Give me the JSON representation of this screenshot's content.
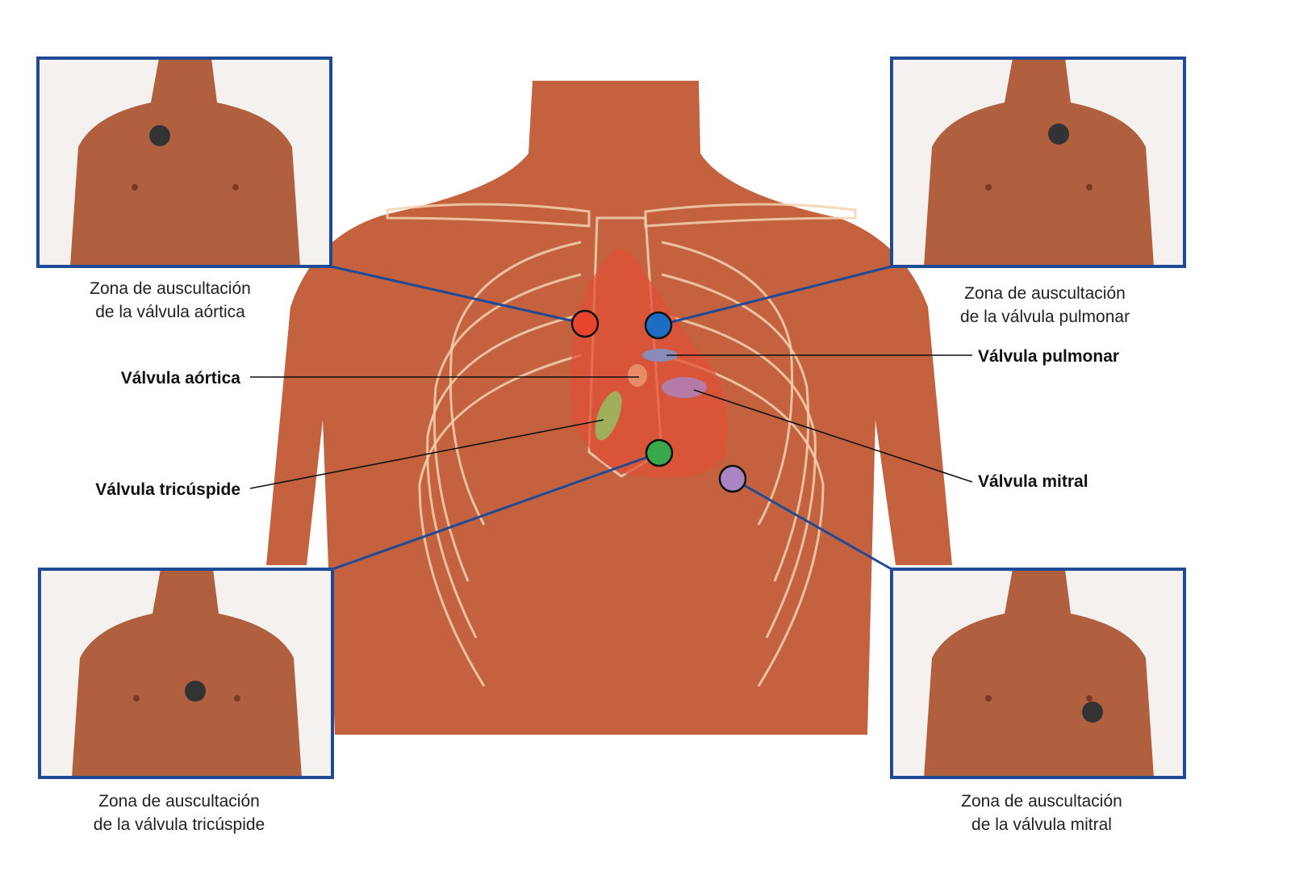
{
  "colors": {
    "frame": "#1f4a96",
    "aortic": "#e8442c",
    "pulmonary": "#1e6cc4",
    "tricuspid": "#3aa84a",
    "mitral": "#a985c6",
    "skin": "#c4623f"
  },
  "panels": {
    "aortic": {
      "caption_line1": "Zona de auscultación",
      "caption_line2": "de la válvula aórtica"
    },
    "pulmonary": {
      "caption_line1": "Zona de auscultación",
      "caption_line2": "de la válvula pulmonar"
    },
    "tricuspid": {
      "caption_line1": "Zona de auscultación",
      "caption_line2": "de la válvula tricúspide"
    },
    "mitral": {
      "caption_line1": "Zona de auscultación",
      "caption_line2": "de la válvula mitral"
    }
  },
  "labels": {
    "aortic": "Válvula aórtica",
    "pulmonary": "Válvula pulmonar",
    "tricuspid": "Válvula tricúspide",
    "mitral": "Válvula mitral"
  }
}
